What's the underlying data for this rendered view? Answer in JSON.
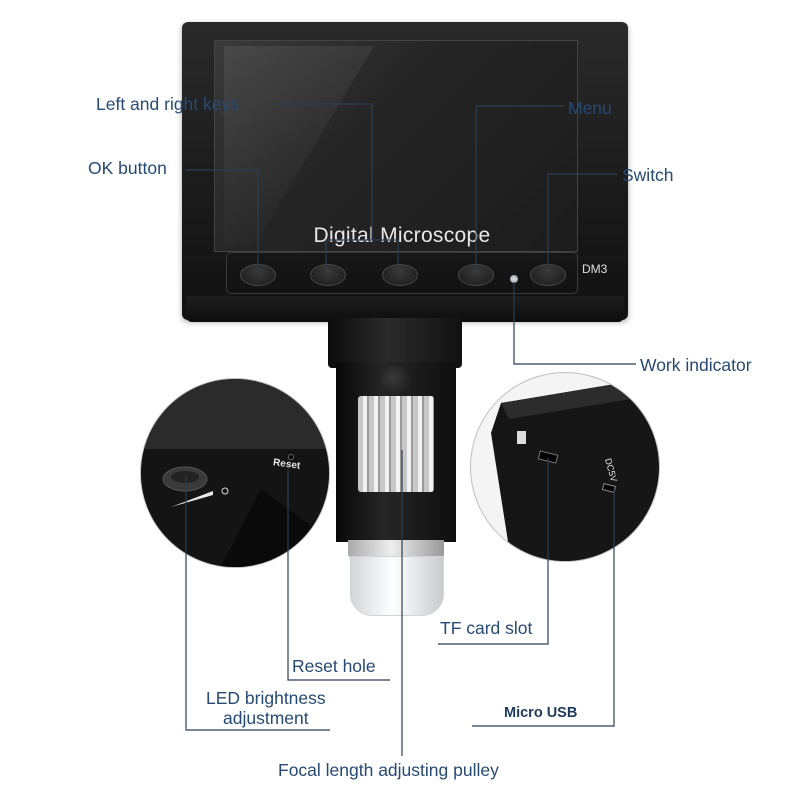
{
  "device": {
    "brand_text": "Digital Microscope",
    "model_text": "DM3"
  },
  "callouts": {
    "left_right_keys": "Left and right keys",
    "ok_button": "OK button",
    "menu": "Menu",
    "switch": "Switch",
    "work_indicator": "Work indicator",
    "reset_hole": "Reset hole",
    "led_brightness_line1": "LED brightness",
    "led_brightness_line2": "adjustment",
    "focal_pulley": "Focal length adjusting pulley",
    "tf_card_slot": "TF card slot",
    "micro_usb": "Micro USB"
  },
  "insets": {
    "reset_engraving": "Reset",
    "usb_engraving": "DC5V"
  },
  "colors": {
    "callout_text": "#274a73",
    "leader_line": "#2c3e55",
    "device_body": "#1a1a1a"
  }
}
